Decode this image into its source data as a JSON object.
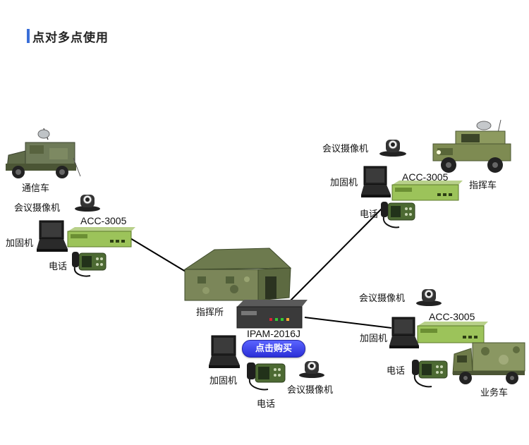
{
  "title": "点对多点使用",
  "hub": {
    "tent_label": "指挥所",
    "device_model": "IPAM-2016J",
    "buy_button": "点击购买",
    "laptop_label": "加固机",
    "phone_label": "电话",
    "camera_label": "会议摄像机"
  },
  "nodes": {
    "left": {
      "vehicle_label": "通信车",
      "camera_label": "会议摄像机",
      "device_model": "ACC-3005",
      "laptop_label": "加固机",
      "phone_label": "电话"
    },
    "top_right": {
      "camera_label": "会议摄像机",
      "laptop_label": "加固机",
      "device_model": "ACC-3005",
      "vehicle_label": "指挥车",
      "phone_label": "电话"
    },
    "bottom_right": {
      "camera_label": "会议摄像机",
      "device_model": "ACC-3005",
      "laptop_label": "加固机",
      "phone_label": "电话",
      "vehicle_label": "业务车"
    }
  }
}
